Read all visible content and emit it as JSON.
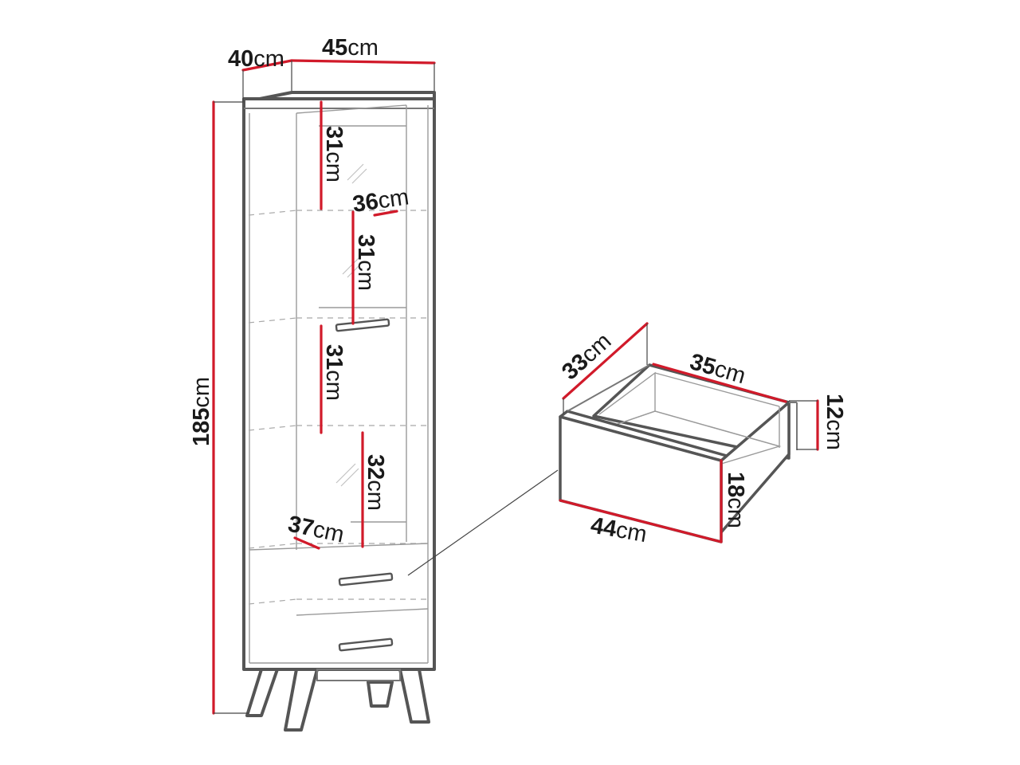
{
  "cabinet": {
    "depth_label": {
      "value": "40",
      "unit": "cm"
    },
    "width_label": {
      "value": "45",
      "unit": "cm"
    },
    "height_label": {
      "value": "185",
      "unit": "cm"
    },
    "shelf1_height": {
      "value": "31",
      "unit": "cm"
    },
    "shelf_depth_upper": {
      "value": "36",
      "unit": "cm"
    },
    "shelf2_height": {
      "value": "31",
      "unit": "cm"
    },
    "shelf3_height": {
      "value": "31",
      "unit": "cm"
    },
    "shelf4_height": {
      "value": "32",
      "unit": "cm"
    },
    "shelf_depth_lower": {
      "value": "37",
      "unit": "cm"
    }
  },
  "drawer": {
    "depth_label": {
      "value": "33",
      "unit": "cm"
    },
    "inner_width_label": {
      "value": "35",
      "unit": "cm"
    },
    "inner_height_label": {
      "value": "12",
      "unit": "cm"
    },
    "front_height_label": {
      "value": "18",
      "unit": "cm"
    },
    "front_width_label": {
      "value": "44",
      "unit": "cm"
    }
  },
  "colors": {
    "dimension_line": "#d11a2a",
    "outline": "#555555",
    "text": "#1a1a1a"
  }
}
